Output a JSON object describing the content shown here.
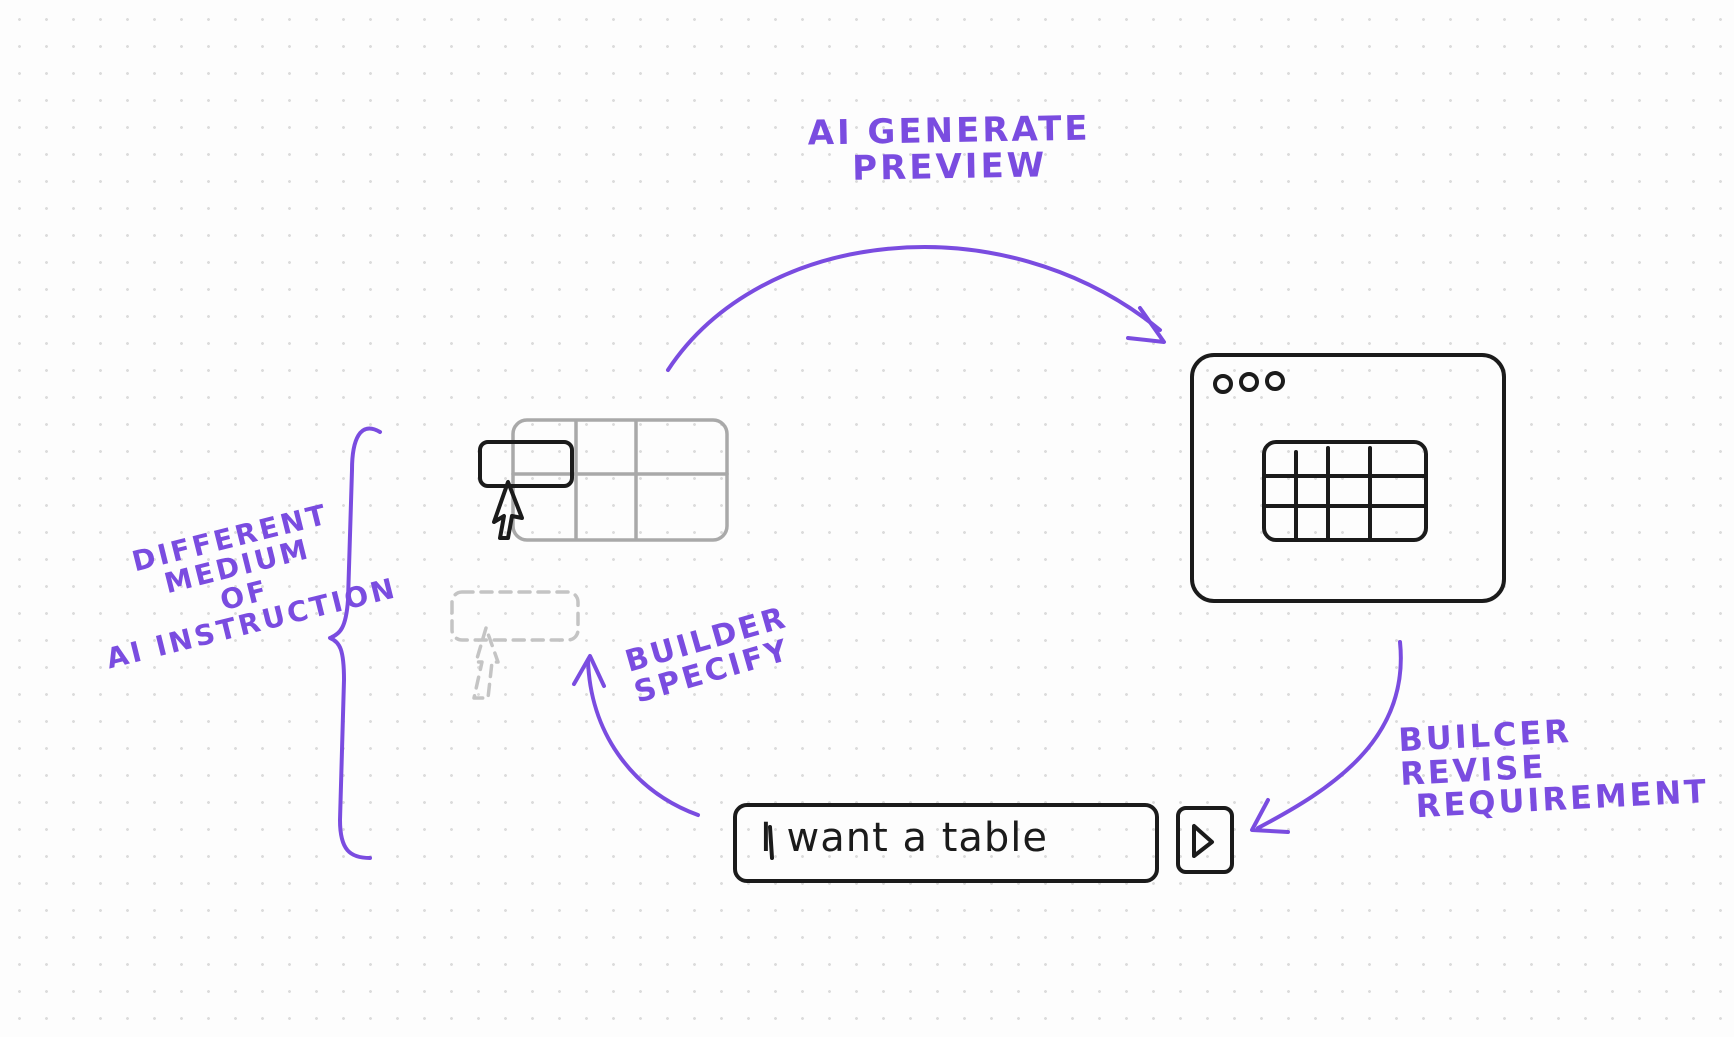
{
  "labels": {
    "ai_generate_line1": "AI GENERATE",
    "ai_generate_line2": "PREVIEW",
    "builder_specify_line1": "BUILDER",
    "builder_specify_line2": "SPECIFY",
    "builder_revise_line1": "BUILCER",
    "builder_revise_line2": "REVISE",
    "builder_revise_line3": "REQUIREMENT",
    "medium_line1": "DIFFERENT",
    "medium_line2": "MEDIUM",
    "medium_line3": "OF",
    "medium_line4": "AI INSTRUCTION"
  },
  "prompt_box": {
    "text": "I want a table"
  },
  "colors": {
    "annotation_ink": "#7a4ce0",
    "sketch_ink": "#1b1b1b",
    "faded_sketch_ink": "#a9a9a9",
    "background": "#fdfdfd"
  },
  "icons": {
    "window_controls": "three-dots-icon",
    "send_button": "play-arrow-icon",
    "pointer": "mouse-cursor-icon"
  }
}
